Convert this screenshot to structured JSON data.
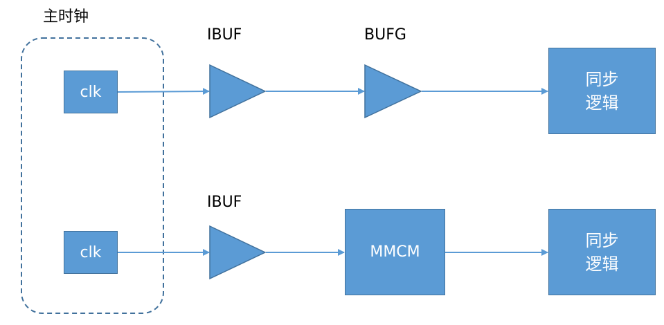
{
  "group": {
    "label": "主时钟"
  },
  "top_path": {
    "source": "clk",
    "buffer1": "IBUF",
    "buffer2": "BUFG",
    "dest_line1": "同步",
    "dest_line2": "逻辑"
  },
  "bottom_path": {
    "source": "clk",
    "buffer1": "IBUF",
    "block": "MMCM",
    "dest_line1": "同步",
    "dest_line2": "逻辑"
  },
  "colors": {
    "fill": "#5b9bd5",
    "stroke": "#41719c",
    "arrow": "#5b9bd5",
    "group_border": "#41719c"
  }
}
